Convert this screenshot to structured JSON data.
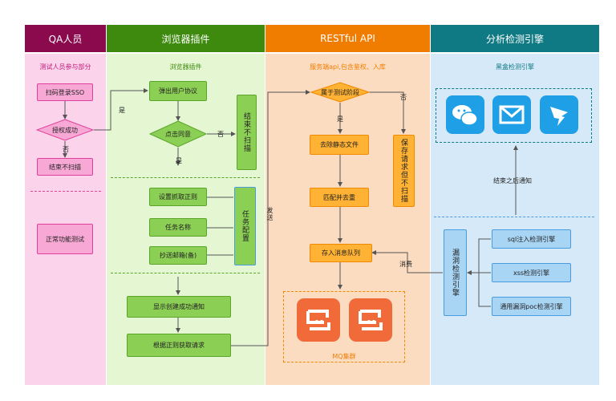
{
  "headers": {
    "qa": "QA人员",
    "browser": "浏览器插件",
    "api": "RESTful API",
    "engine": "分析检测引擎"
  },
  "subheaders": {
    "qa": "测试人员参与部分",
    "browser": "浏览器插件",
    "api": "服务端api,包含鉴权、入库",
    "engine": "黑盒检测引擎"
  },
  "qa": {
    "scan_login": "扫码登录SSO",
    "auth_ok": "授权成功",
    "no": "否",
    "end_no_scan": "结束不扫描",
    "normal_test": "正常功能测试"
  },
  "browser": {
    "yes_label": "是",
    "popup_agreement": "弹出用户协议",
    "click_agree": "点击同意",
    "no_label": "否",
    "yes_label2": "是",
    "end_no_scan": "结束不扫描",
    "set_rule": "设置抓取正则",
    "task_name": "任务名称",
    "cc_email": "抄送邮箱(备)",
    "task_config": "任务配置",
    "show_success": "显示创建成功通知",
    "fetch_by_rule": "根据正则获取请求",
    "send": "发送"
  },
  "api": {
    "in_period": "属于测试阶段",
    "yes": "是",
    "no": "否",
    "remove_static": "去除静态文件",
    "match_dedup": "匹配并去重",
    "save_but_no_scan": "保存请求但不扫描",
    "enqueue": "存入消息队列",
    "mq_cluster": "MQ集群",
    "consume": "消费"
  },
  "engine": {
    "notify_after": "结束之后通知",
    "vuln_engine": "漏洞检测引擎",
    "sql_engine": "sql注入检测引擎",
    "xss_engine": "xss检测引擎",
    "poc_engine": "通用漏洞poc检测引擎"
  },
  "colors": {
    "qa_header": "#8b0a4e",
    "browser_header": "#3e8a0e",
    "api_header": "#f07d00",
    "engine_header": "#0f7a83",
    "qa_bg": "#fbd3ea",
    "browser_bg": "#e4f6d2",
    "api_bg": "#fcdcc0",
    "engine_bg": "#d6e9f8"
  },
  "icons": [
    "wechat-icon",
    "mail-icon",
    "dingtalk-icon",
    "mq-icon",
    "mq-icon"
  ]
}
